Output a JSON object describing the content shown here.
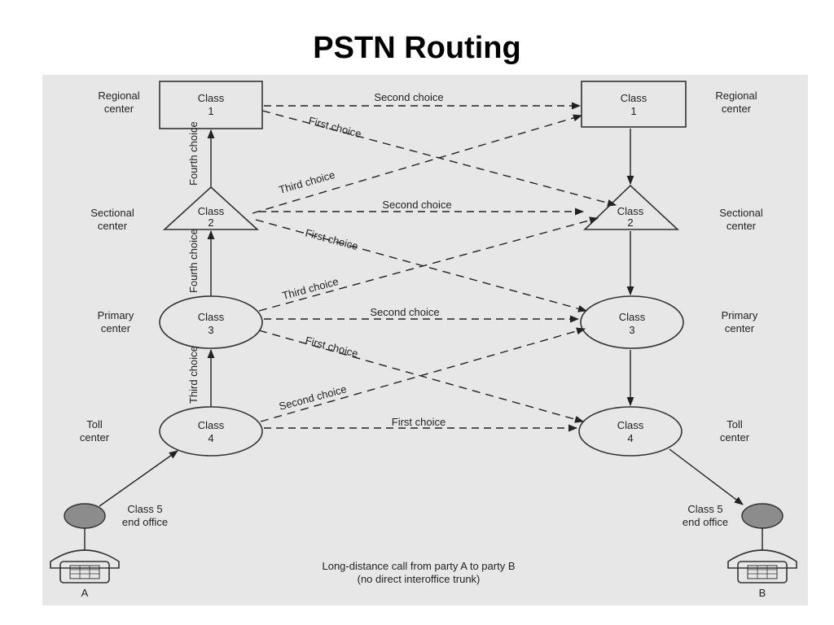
{
  "slide": {
    "title": "PSTN Routing"
  },
  "diagram": {
    "left_nodes": [
      {
        "class_line1": "Class",
        "class_line2": "1",
        "label_line1": "Regional",
        "label_line2": "center"
      },
      {
        "class_line1": "Class",
        "class_line2": "2",
        "label_line1": "Sectional",
        "label_line2": "center"
      },
      {
        "class_line1": "Class",
        "class_line2": "3",
        "label_line1": "Primary",
        "label_line2": "center"
      },
      {
        "class_line1": "Class",
        "class_line2": "4",
        "label_line1": "Toll",
        "label_line2": "center"
      }
    ],
    "right_nodes": [
      {
        "class_line1": "Class",
        "class_line2": "1",
        "label_line1": "Regional",
        "label_line2": "center"
      },
      {
        "class_line1": "Class",
        "class_line2": "2",
        "label_line1": "Sectional",
        "label_line2": "center"
      },
      {
        "class_line1": "Class",
        "class_line2": "3",
        "label_line1": "Primary",
        "label_line2": "center"
      },
      {
        "class_line1": "Class",
        "class_line2": "4",
        "label_line1": "Toll",
        "label_line2": "center"
      }
    ],
    "end_office_left": {
      "line1": "Class 5",
      "line2": "end office",
      "party": "A"
    },
    "end_office_right": {
      "line1": "Class 5",
      "line2": "end office",
      "party": "B"
    },
    "route_labels": {
      "second_choice_1": "Second choice",
      "first_choice_1": "First choice",
      "third_choice_1": "Third choice",
      "fourth_choice_v1": "Fourth choice",
      "second_choice_2": "Second choice",
      "first_choice_2": "First choice",
      "third_choice_2": "Third choice",
      "fourth_choice_v2": "Fourth choice",
      "second_choice_3": "Second choice",
      "first_choice_3": "First choice",
      "second_choice_4": "Second choice",
      "third_choice_v3": "Third choice",
      "first_choice_4": "First choice"
    },
    "caption": {
      "line1": "Long-distance call from party A to party B",
      "line2": "(no direct interoffice trunk)"
    }
  }
}
